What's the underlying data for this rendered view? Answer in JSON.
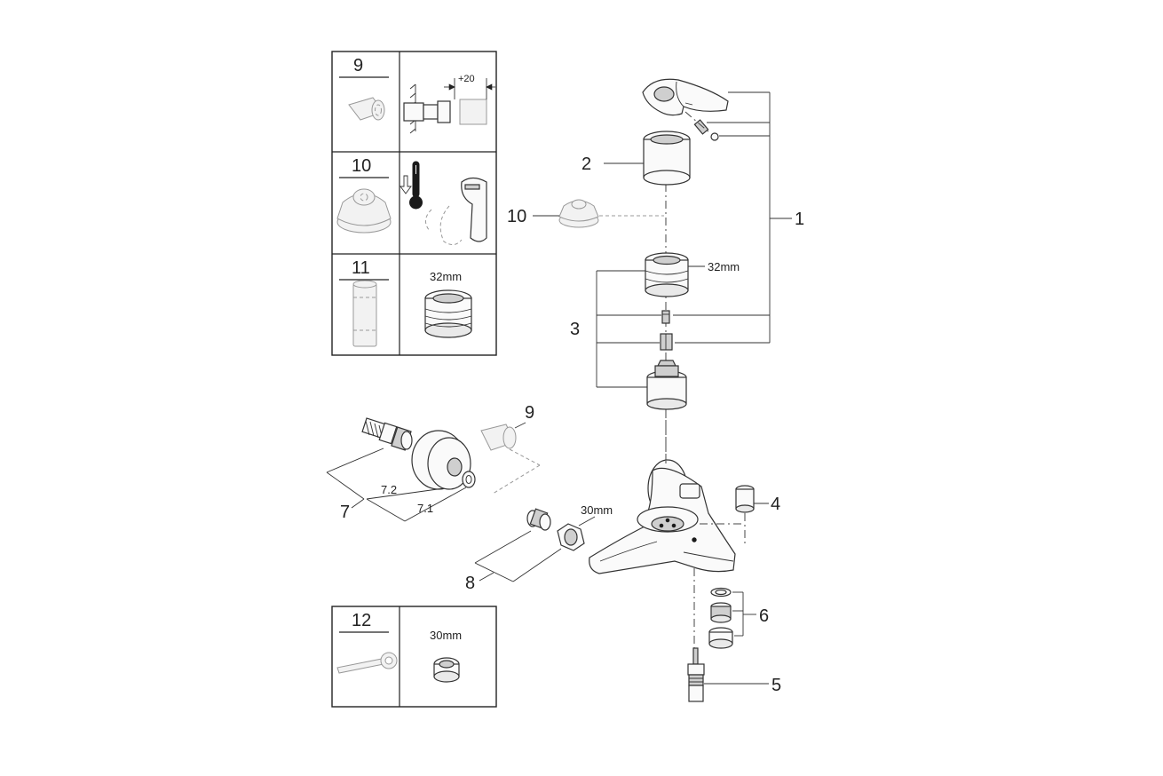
{
  "callouts": {
    "c1": "1",
    "c2": "2",
    "c3": "3",
    "c4": "4",
    "c5": "5",
    "c6": "6",
    "c7": "7",
    "c7_1": "7.1",
    "c7_2": "7.2",
    "c8": "8",
    "c9": "9",
    "c10": "10"
  },
  "dimensions": {
    "thread_top": "32mm",
    "nut_main": "30mm"
  },
  "panels": {
    "p9": {
      "number": "9",
      "offset": "+20"
    },
    "p10": {
      "number": "10"
    },
    "p11": {
      "number": "11",
      "size": "32mm"
    },
    "p12": {
      "number": "12",
      "size": "30mm"
    }
  },
  "icons": [
    "thermometer-icon",
    "arrow-down-icon",
    "wrench-icon"
  ]
}
